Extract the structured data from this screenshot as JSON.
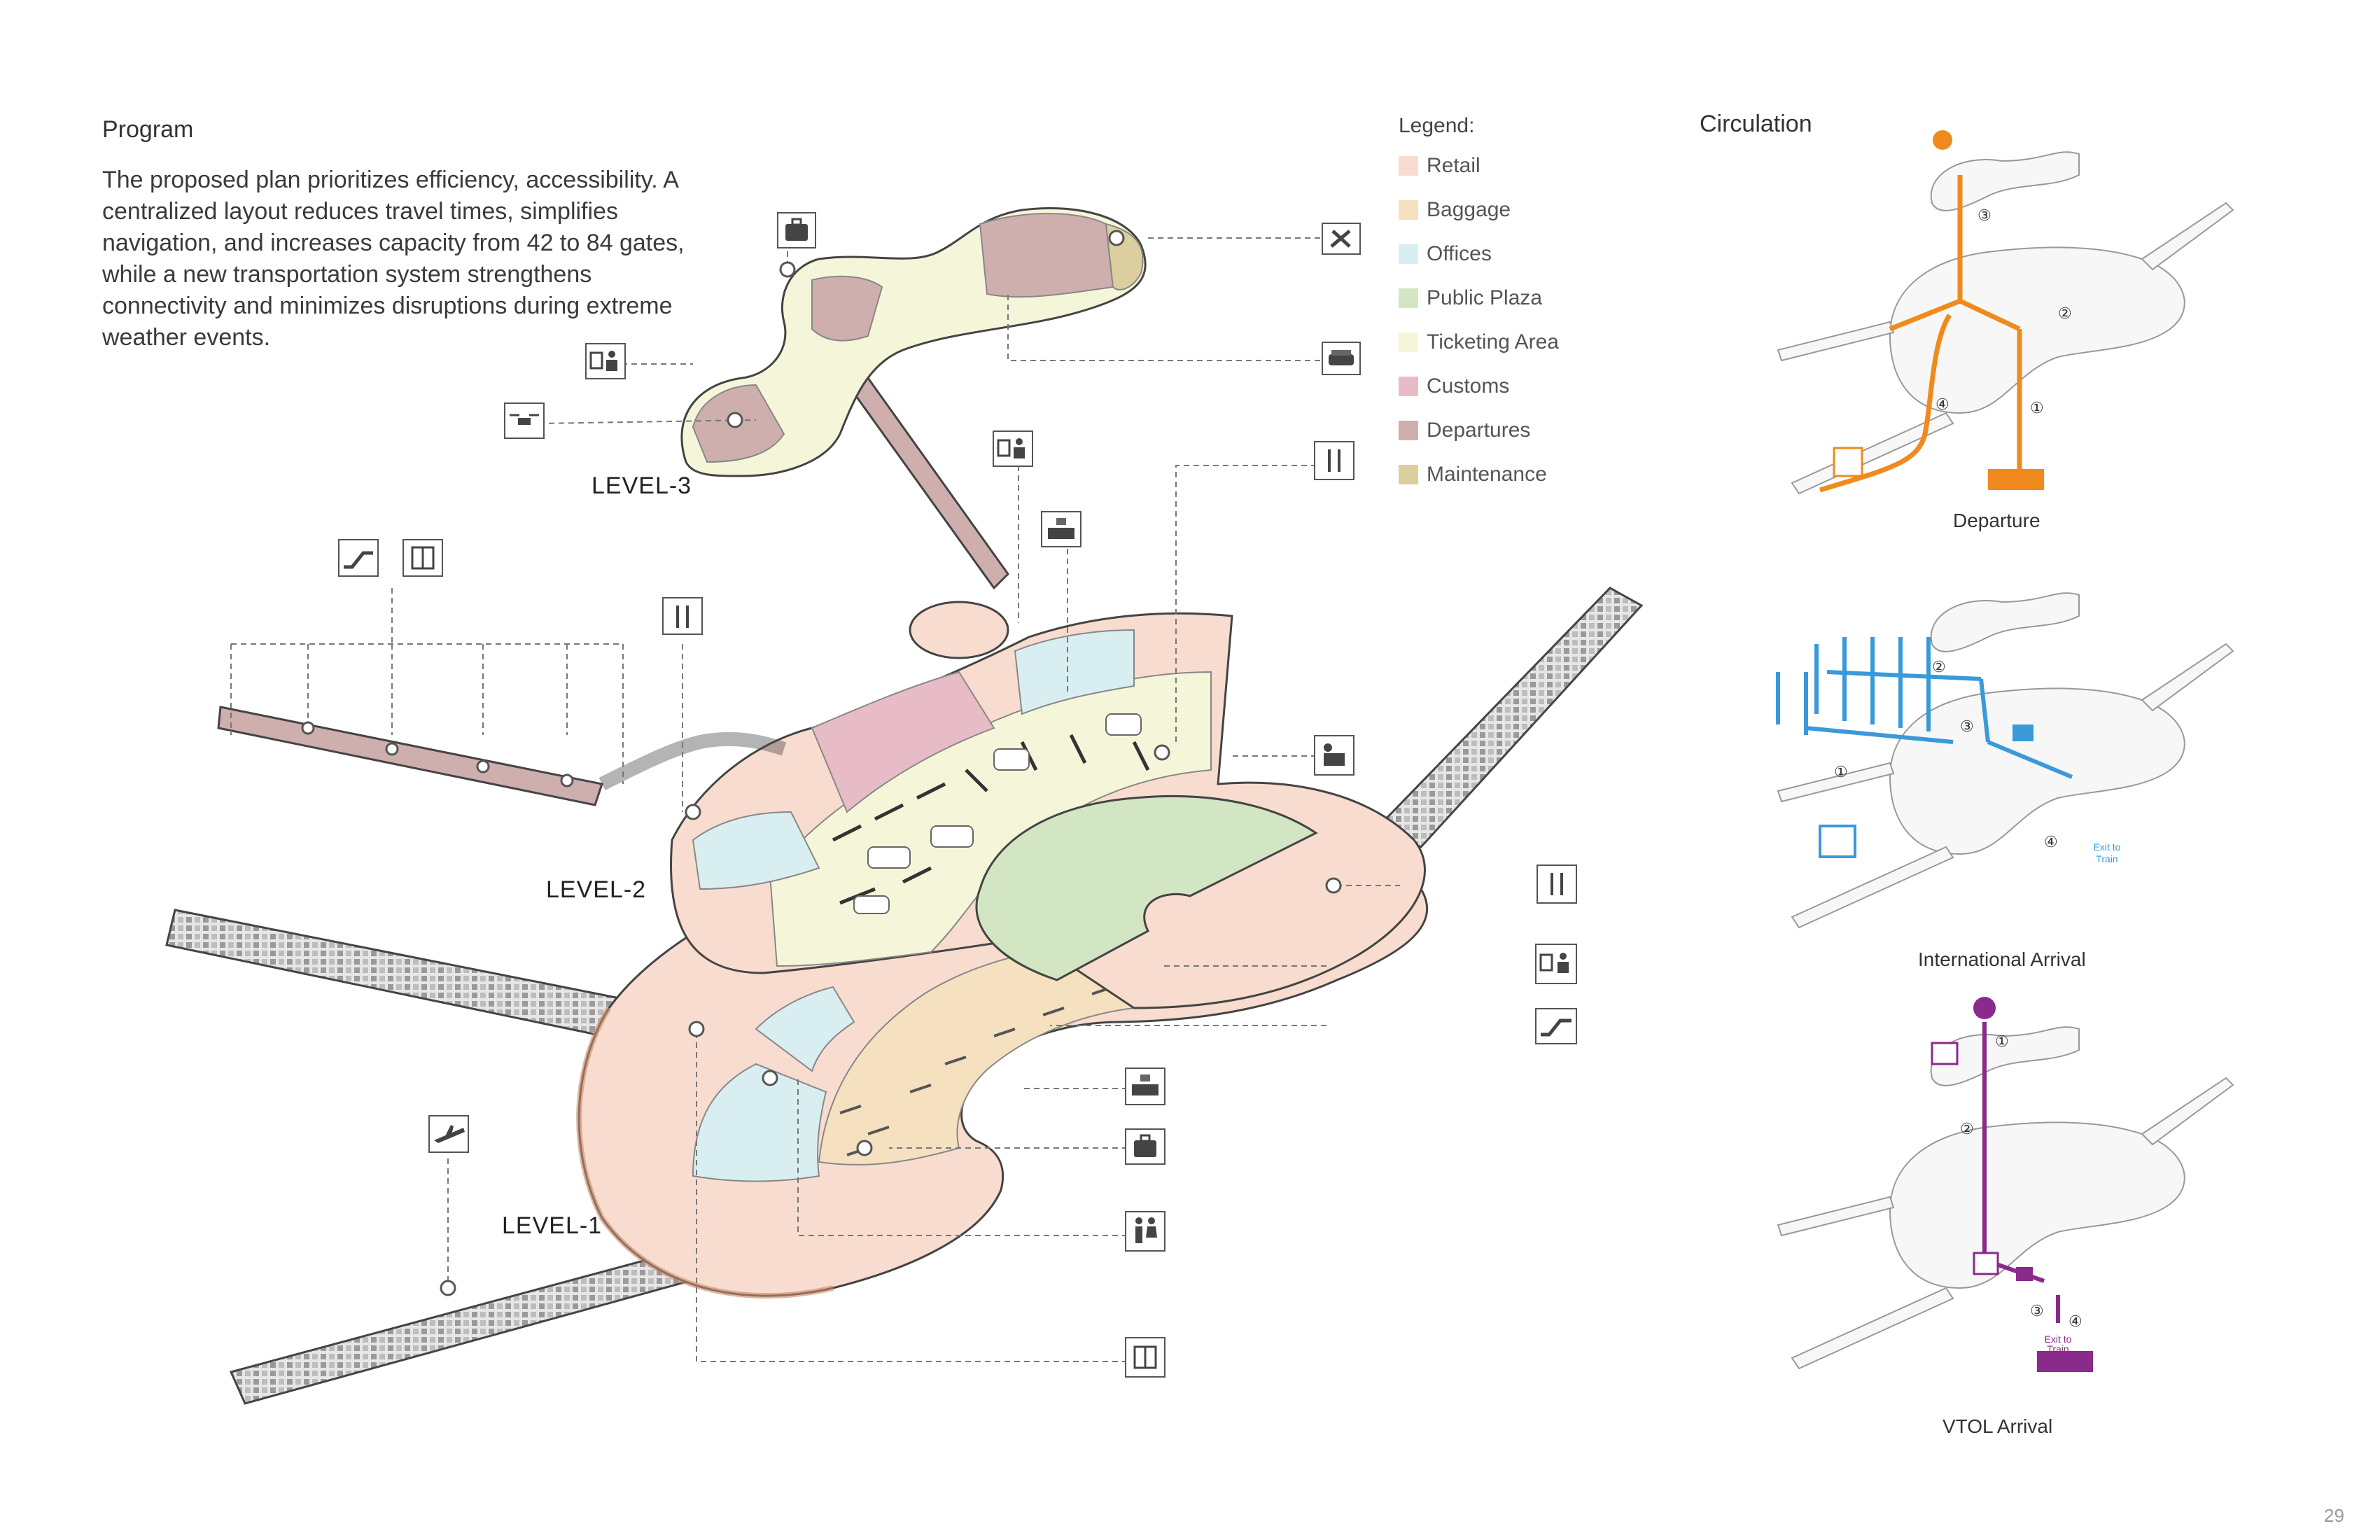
{
  "program": {
    "title": "Program",
    "description": "The proposed plan prioritizes efficiency, accessibility. A centralized layout reduces travel times, simplifies navigation, and increases capacity from 42 to 84 gates, while a new transportation system strengthens connectivity and minimizes disruptions during extreme weather events."
  },
  "legend": {
    "title": "Legend:",
    "items": [
      {
        "label": "Retail",
        "color": "#f8dccf"
      },
      {
        "label": "Baggage",
        "color": "#f5e1bf"
      },
      {
        "label": "Offices",
        "color": "#d9eef0"
      },
      {
        "label": "Public Plaza",
        "color": "#d3e6c4"
      },
      {
        "label": "Ticketing Area",
        "color": "#f5f6d9"
      },
      {
        "label": "Customs",
        "color": "#e8bcc6"
      },
      {
        "label": "Departures",
        "color": "#cfaeae"
      },
      {
        "label": "Maintenance",
        "color": "#dccf9f"
      }
    ]
  },
  "levels": {
    "level1": "LEVEL-1",
    "level2": "LEVEL-2",
    "level3": "LEVEL-3"
  },
  "circulation": {
    "title": "Circulation",
    "departure": {
      "caption": "Departure",
      "color": "#f08a1c",
      "steps": [
        "①",
        "②",
        "③",
        "④"
      ]
    },
    "international": {
      "caption": "International Arrival",
      "color": "#3a9ad9",
      "steps": [
        "①",
        "②",
        "③",
        "④"
      ],
      "exit_line1": "Exit to",
      "exit_line2": "Train"
    },
    "vtol": {
      "caption": "VTOL Arrival",
      "color": "#8a2a8a",
      "steps": [
        "①",
        "②",
        "③",
        "④"
      ],
      "exit_line1": "Exit to",
      "exit_line2": "Train"
    }
  },
  "icons": {
    "suitcase": "suitcase-icon",
    "tools": "tools-icon",
    "sofa": "sofa-icon",
    "security": "security-check-icon",
    "drone": "drone-icon",
    "dining": "dining-icon",
    "escalator": "escalator-icon",
    "elevator": "elevator-icon",
    "info": "info-desk-icon",
    "counter": "check-in-counter-icon",
    "plane": "plane-departure-icon",
    "restroom": "restroom-icon"
  },
  "page_number": "29"
}
